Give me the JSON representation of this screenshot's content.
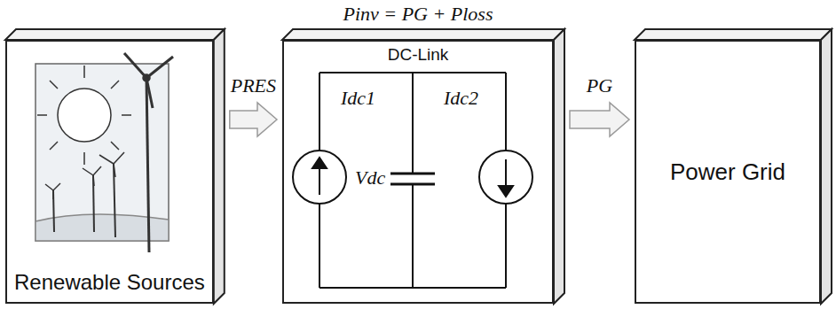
{
  "diagram": {
    "nodes": [
      {
        "text": [
          "Renewable Sources"
        ]
      },
      {
        "text": [
          "Pinv = PG + Ploss",
          "DC-Link"
        ]
      },
      {
        "text": [
          "Power Grid"
        ]
      }
    ],
    "edges": [
      {
        "from": 0,
        "to": 1,
        "arrow": "to",
        "label": "PRES"
      },
      {
        "from": 1,
        "to": 2,
        "arrow": "to",
        "label": "PG"
      }
    ],
    "labels": [
      "Idc1",
      "Vdc",
      "Idc2"
    ]
  }
}
